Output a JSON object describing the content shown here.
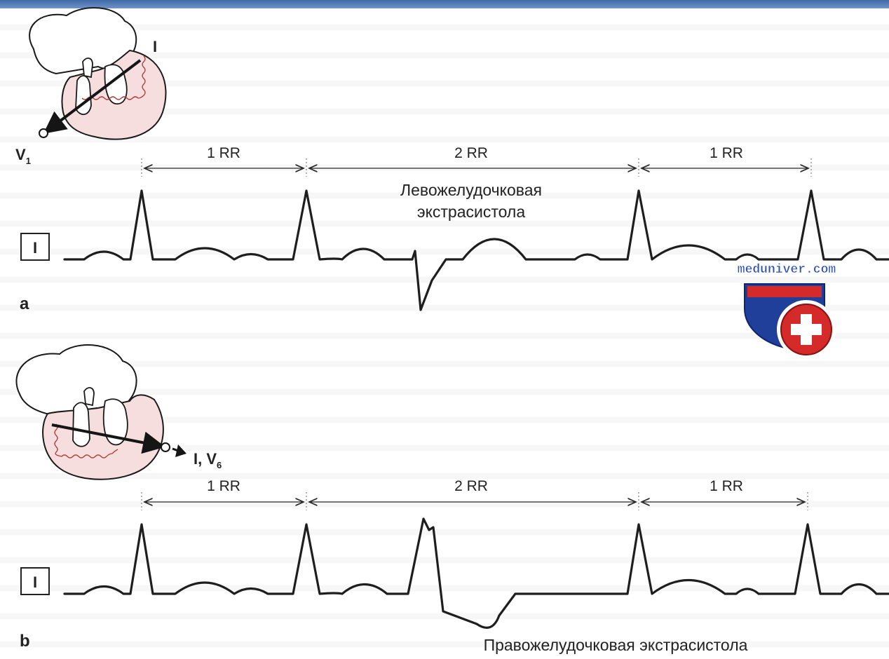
{
  "panel_a": {
    "panel_letter": "a",
    "vector_label": "I",
    "vector_label_main": "V",
    "vector_label_sub": "1",
    "lead_label": "I",
    "interval_1": "1 RR",
    "interval_2": "2 RR",
    "interval_3": "1 RR",
    "caption_line1": "Левожелудочковая",
    "caption_line2": "экстрасистола"
  },
  "panel_b": {
    "panel_letter": "b",
    "vector_label_main": "I, V",
    "vector_label_sub": "6",
    "lead_label": "I",
    "interval_1": "1 RR",
    "interval_2": "2 RR",
    "interval_3": "1 RR",
    "caption": "Правожелудочковая экстрасистола"
  },
  "watermark": {
    "text": "meduniver.com",
    "colors": {
      "blue": "#1f3f9a",
      "red": "#d42a2a",
      "text": "#2b4fb8"
    }
  }
}
